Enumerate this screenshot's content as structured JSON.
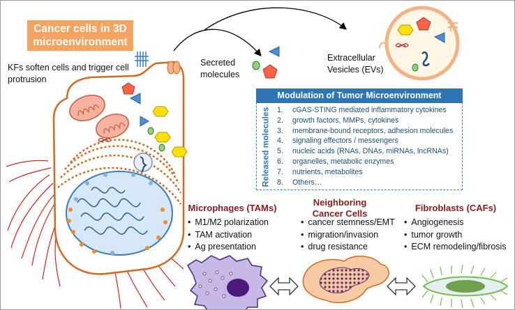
{
  "title": "Cancer cells in 3D microenvironment",
  "left_caption": "KFs soften cells and trigger cell protrusion",
  "secreted_label": "Secreted molecules",
  "ev_label": "Extracellular Vesicles (EVs)",
  "modulation": {
    "header": "Modulation of Tumor Microenvironment",
    "side_label": "Released molecules",
    "items": [
      {
        "num": "1.",
        "text": "cGAS-STING mediated inflammatory cytokines"
      },
      {
        "num": "2.",
        "text": "growth factors, MMPs, cytokines"
      },
      {
        "num": "3.",
        "text": "membrane-bound receptors, adhesion molecules"
      },
      {
        "num": "4.",
        "text": "signaling effectors / messengers"
      },
      {
        "num": "5.",
        "text": "nucleic acids (RNAs, DNAs, miRNAs, lncRNAs)"
      },
      {
        "num": "6.",
        "text": "organelles, metabolic enzymes"
      },
      {
        "num": "7.",
        "text": "nutrients, metabolites"
      },
      {
        "num": "8.",
        "text": "Others…"
      }
    ]
  },
  "columns": [
    {
      "heading": "Microphages (TAMs)",
      "bullets": [
        "M1/M2 polarization",
        "TAM activation",
        "Ag presentation"
      ]
    },
    {
      "heading": "Neighboring Cancer Cells",
      "bullets": [
        "cancer stemness/EMT",
        "migration/invasion",
        "drug resistance"
      ]
    },
    {
      "heading": "Fibroblasts (CAFs)",
      "bullets": [
        "Angiogenesis",
        "tumor growth",
        "ECM remodeling/fibrosis"
      ]
    }
  ],
  "colors": {
    "title_bg": "#f4a460",
    "header_bg": "#2e75b6",
    "cell_outline": "#d2691e",
    "heading_red": "#8b1a1a",
    "list_text": "#1f4e79"
  }
}
